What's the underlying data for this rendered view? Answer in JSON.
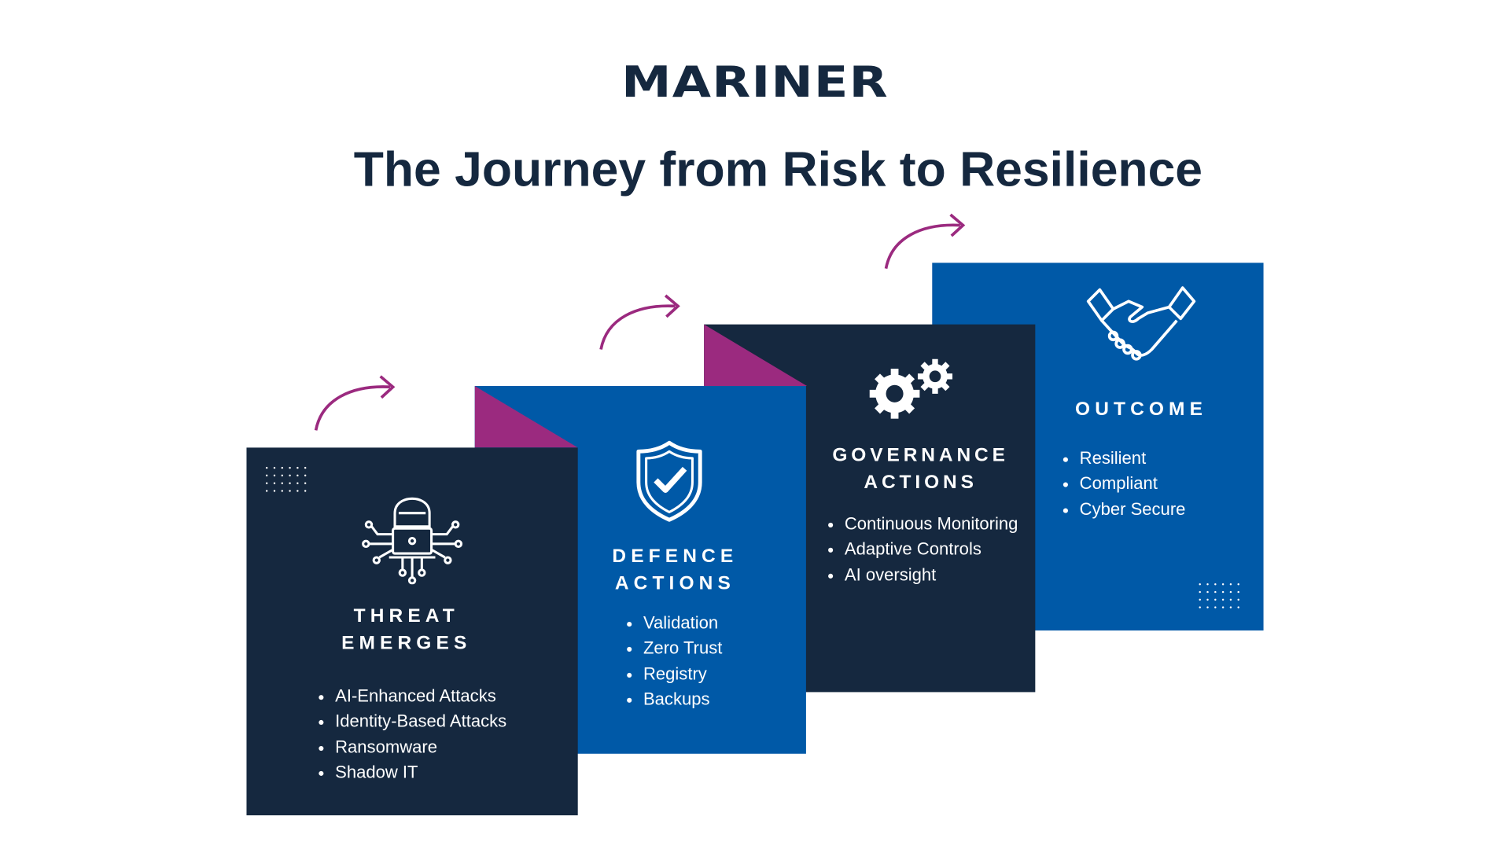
{
  "brand": {
    "logo": "MARINER"
  },
  "title": "The Journey from Risk to Resilience",
  "colors": {
    "navy": "#15283f",
    "blue": "#0059a7",
    "purple": "#9b2a7f",
    "white": "#ffffff"
  },
  "steps": [
    {
      "heading_line1": "THREAT",
      "heading_line2": "EMERGES",
      "icon": "hacker-laptop-icon",
      "items": [
        "AI-Enhanced Attacks",
        "Identity-Based Attacks",
        "Ransomware",
        "Shadow IT"
      ]
    },
    {
      "heading_line1": "DEFENCE",
      "heading_line2": "ACTIONS",
      "icon": "shield-check-icon",
      "items": [
        "Validation",
        "Zero Trust",
        "Registry",
        "Backups"
      ]
    },
    {
      "heading_line1": "GOVERNANCE",
      "heading_line2": "ACTIONS",
      "icon": "gears-icon",
      "items": [
        "Continuous Monitoring",
        "Adaptive Controls",
        "AI oversight"
      ]
    },
    {
      "heading_line1": "OUTCOME",
      "icon": "handshake-icon",
      "items": [
        "Resilient",
        "Compliant",
        "Cyber Secure"
      ]
    }
  ]
}
